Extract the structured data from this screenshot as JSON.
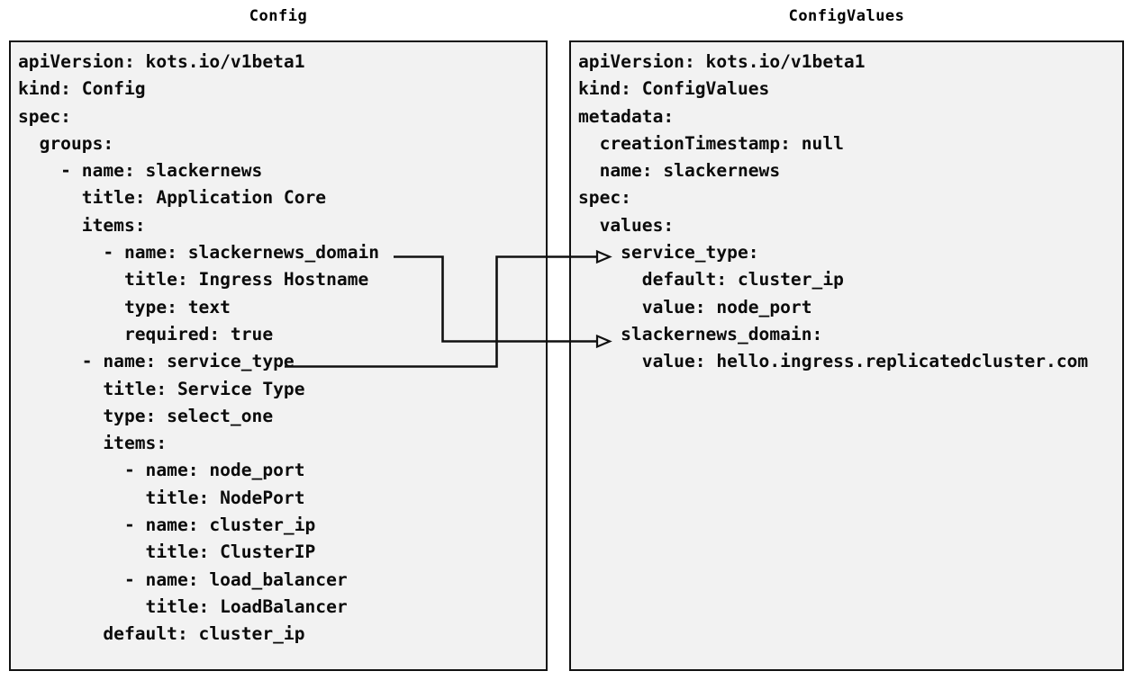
{
  "panels": {
    "config": {
      "title": "Config",
      "lines": [
        "apiVersion: kots.io/v1beta1",
        "kind: Config",
        "spec:",
        "  groups:",
        "    - name: slackernews",
        "      title: Application Core",
        "      items:",
        "        - name: slackernews_domain",
        "          title: Ingress Hostname",
        "          type: text",
        "          required: true",
        "      - name: service_type",
        "        title: Service Type",
        "        type: select_one",
        "        items:",
        "          - name: node_port",
        "            title: NodePort",
        "          - name: cluster_ip",
        "            title: ClusterIP",
        "          - name: load_balancer",
        "            title: LoadBalancer",
        "        default: cluster_ip"
      ]
    },
    "configvalues": {
      "title": "ConfigValues",
      "lines": [
        "apiVersion: kots.io/v1beta1",
        "kind: ConfigValues",
        "metadata:",
        "  creationTimestamp: null",
        "  name: slackernews",
        "spec:",
        "  values:",
        "    service_type:",
        "      default: cluster_ip",
        "      value: node_port",
        "    slackernews_domain:",
        "      value: hello.ingress.replicatedcluster.com"
      ]
    }
  },
  "connectors": [
    {
      "name": "slackernews-domain-mapping",
      "from_label": "slackernews_domain",
      "to_label": "slackernews_domain:"
    },
    {
      "name": "service-type-mapping",
      "from_label": "service_type",
      "to_label": "service_type:"
    }
  ],
  "colors": {
    "panel_background": "#f2f2f2",
    "panel_border": "#111111",
    "text": "#0b0b0b",
    "connector": "#111111",
    "page_background": "#ffffff"
  }
}
